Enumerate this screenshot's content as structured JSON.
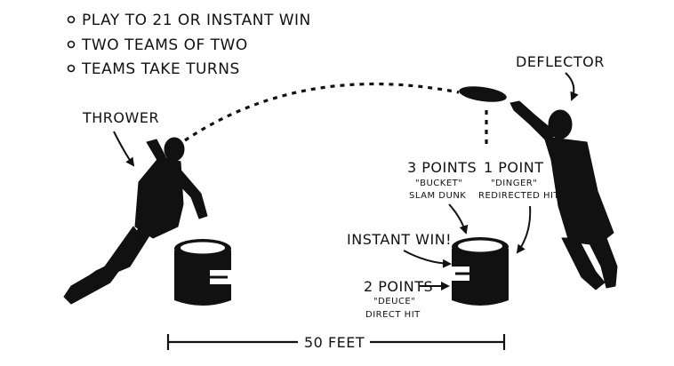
{
  "rules": [
    "PLAY TO 21 OR INSTANT WIN",
    "TWO TEAMS OF TWO",
    "TEAMS TAKE TURNS"
  ],
  "labels": {
    "thrower": "THROWER",
    "deflector": "DEFLECTOR",
    "instant_win": "INSTANT WIN!",
    "distance": "50 FEET"
  },
  "scoring": {
    "bucket": {
      "points": "3 POINTS",
      "name": "\"BUCKET\"",
      "desc": "SLAM DUNK"
    },
    "dinger": {
      "points": "1 POINT",
      "name": "\"DINGER\"",
      "desc": "REDIRECTED HIT"
    },
    "deuce": {
      "points": "2 POINTS",
      "name": "\"DEUCE\"",
      "desc": "DIRECT HIT"
    }
  },
  "colors": {
    "ink": "#111111",
    "background": "#ffffff"
  }
}
